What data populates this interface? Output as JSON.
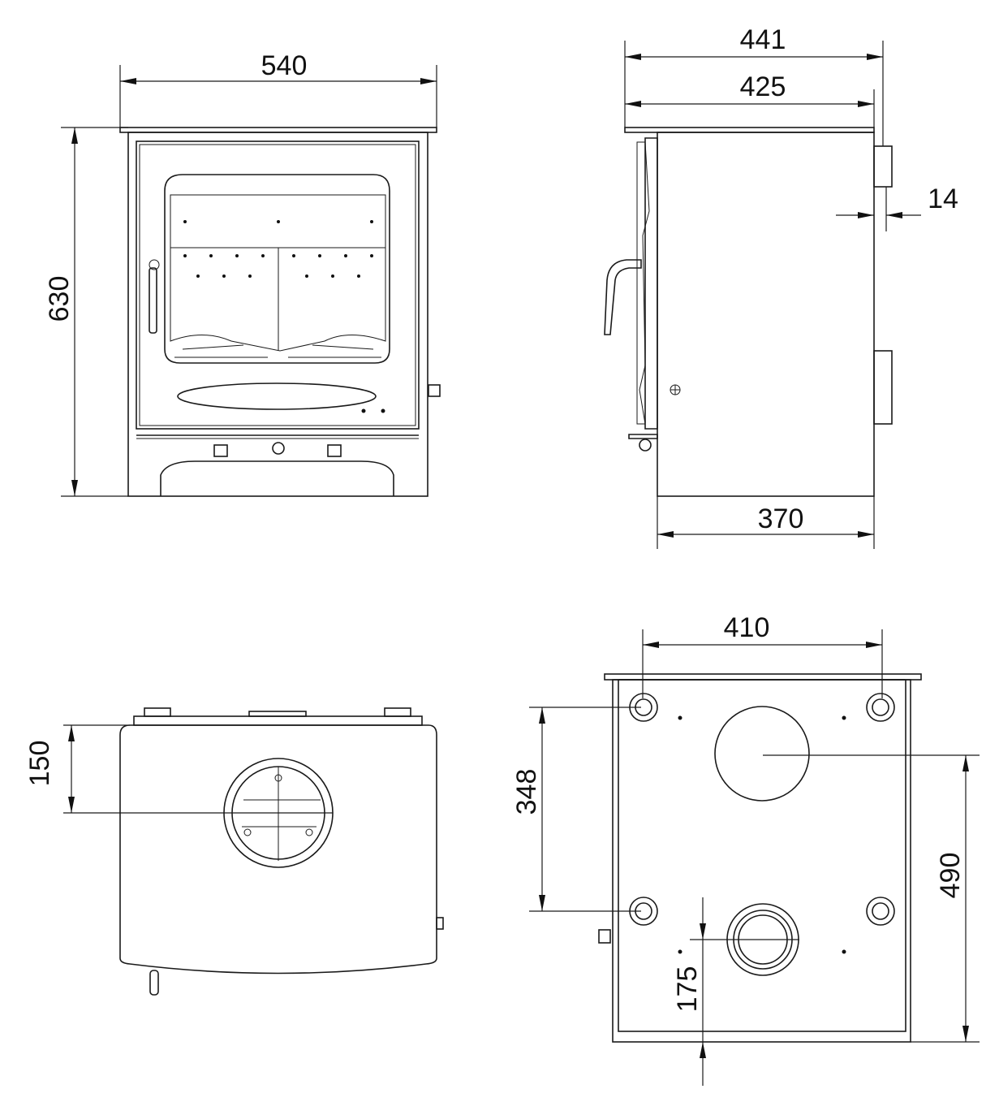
{
  "views": {
    "front": {
      "width_label": "540",
      "height_label": "630"
    },
    "side": {
      "overall_depth_label": "441",
      "top_depth_label": "425",
      "rear_offset_label": "14",
      "body_depth_label": "370"
    },
    "top": {
      "flue_offset_label": "150"
    },
    "underside": {
      "feet_width_label": "410",
      "feet_depth_label": "348",
      "top_flue_label": "490",
      "rear_flue_label": "175"
    }
  },
  "colors": {
    "line": "#1a1a1a",
    "background": "#ffffff"
  }
}
